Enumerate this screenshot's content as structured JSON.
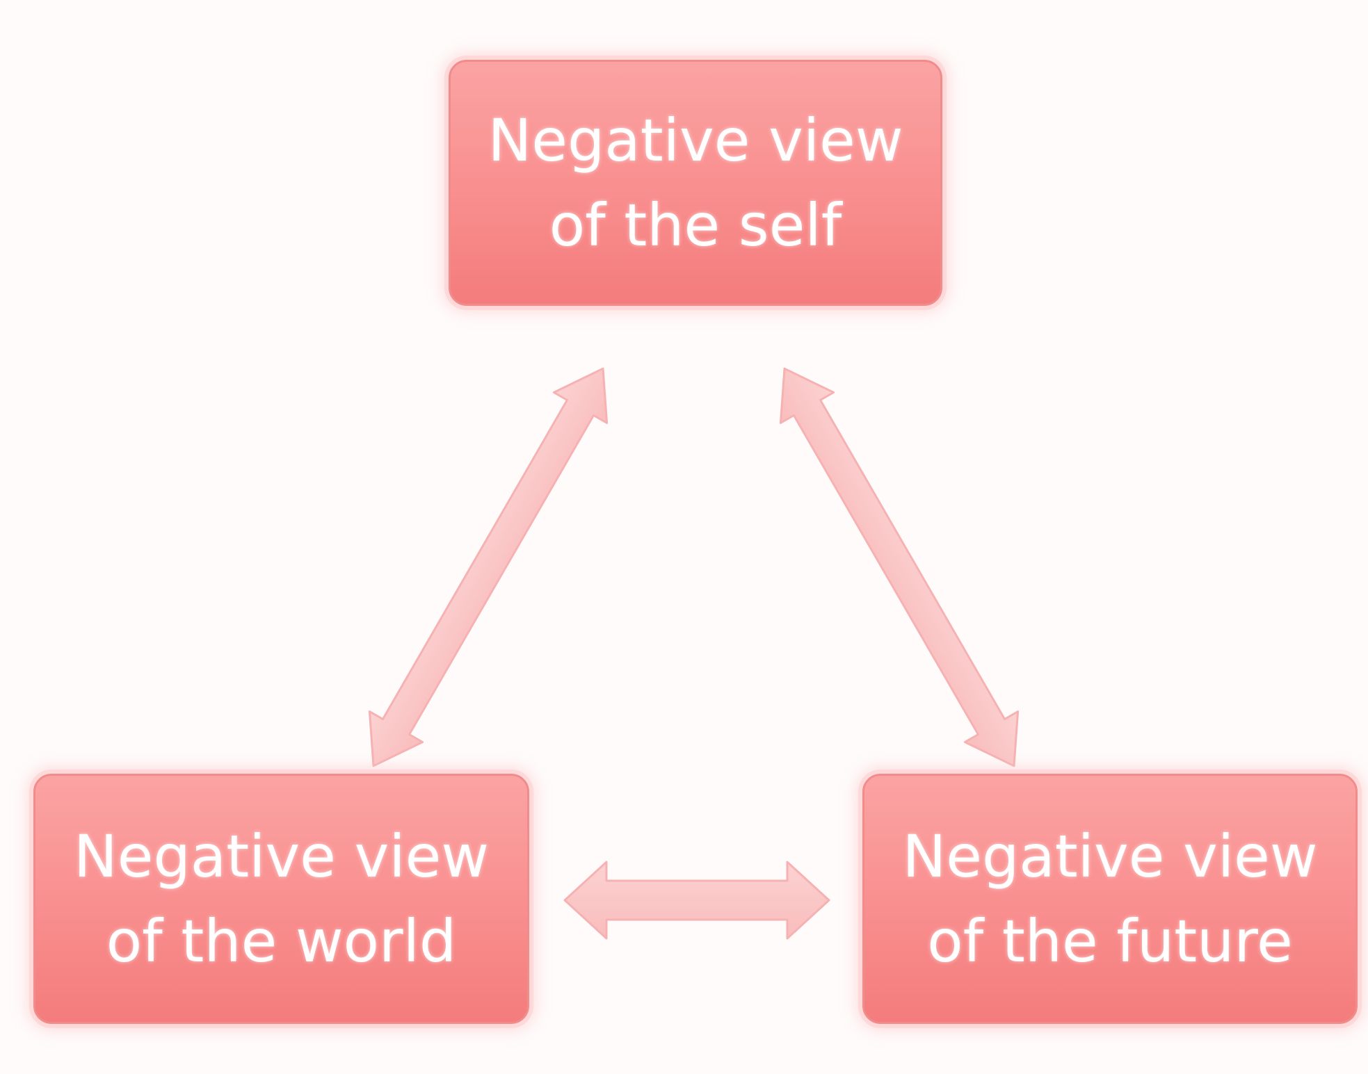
{
  "diagram": {
    "nodes": {
      "self": {
        "line1": "Negative view",
        "line2": "of the self"
      },
      "world": {
        "line1": "Negative view",
        "line2": "of the world"
      },
      "future": {
        "line1": "Negative view",
        "line2": "of the future"
      }
    },
    "edges": [
      {
        "from": "self",
        "to": "world",
        "direction": "bidirectional"
      },
      {
        "from": "self",
        "to": "future",
        "direction": "bidirectional"
      },
      {
        "from": "world",
        "to": "future",
        "direction": "bidirectional"
      }
    ],
    "colors": {
      "node_fill": "#f98e8e",
      "node_border": "#f08c8c",
      "arrow_fill": "#fbcaca",
      "text": "#ffffff",
      "background": "#fffbfb"
    }
  }
}
